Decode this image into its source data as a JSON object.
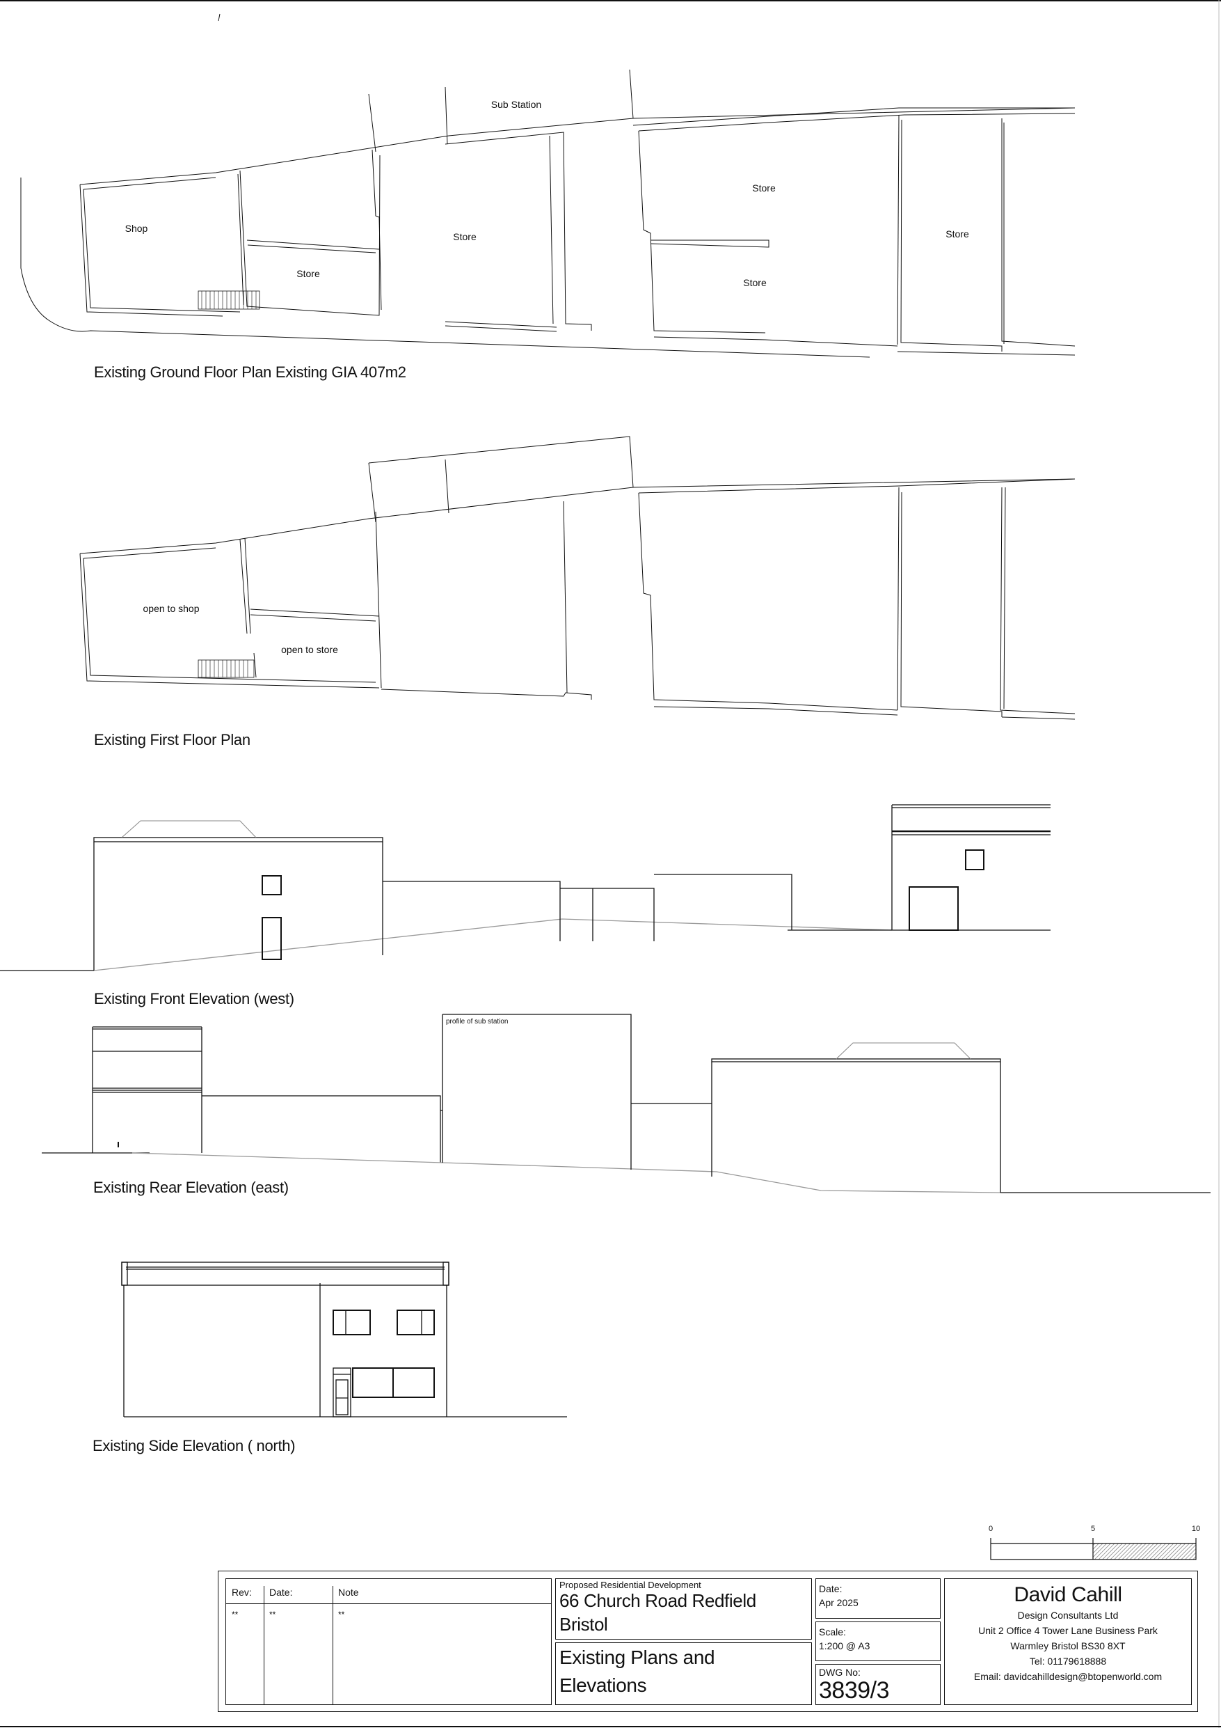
{
  "drawing": {
    "ground_floor_plan": {
      "caption": "Existing Ground Floor Plan Existing GIA 407m2",
      "rooms": [
        {
          "label": "Sub Station"
        },
        {
          "label": "Shop"
        },
        {
          "label": "Store"
        },
        {
          "label": "Store"
        },
        {
          "label": "Store"
        },
        {
          "label": "Store"
        },
        {
          "label": "Store"
        }
      ]
    },
    "first_floor_plan": {
      "caption": "Existing First Floor Plan",
      "rooms": [
        {
          "label": "open to shop"
        },
        {
          "label": "open to store"
        }
      ]
    },
    "front_elevation": {
      "caption": "Existing Front Elevation (west)"
    },
    "rear_elevation": {
      "caption": "Existing Rear Elevation (east)",
      "annotation": "profile of sub station"
    },
    "side_elevation": {
      "caption": "Existing Side Elevation ( north)"
    },
    "scale_bar": {
      "ticks": [
        "0",
        "5",
        "10"
      ]
    }
  },
  "title_block": {
    "revisions": {
      "headers": [
        "Rev:",
        "Date:",
        "Note"
      ],
      "rows": [
        [
          "**",
          "**",
          "**"
        ]
      ]
    },
    "project": {
      "subtitle": "Proposed Residential Development",
      "line1": "66 Church Road Redfield",
      "line2": "Bristol"
    },
    "drawing_title": {
      "line1": "Existing Plans and",
      "line2": "Elevations"
    },
    "date": {
      "label": "Date:",
      "value": "Apr 2025"
    },
    "scale": {
      "label": "Scale:",
      "value": "1:200 @ A3"
    },
    "dwg_no": {
      "label": "DWG No:",
      "value": "3839/3"
    },
    "company": {
      "name": "David Cahill",
      "line1": "Design Consultants Ltd",
      "line2": "Unit 2 Office 4 Tower Lane Business Park",
      "line3": "Warmley Bristol BS30 8XT",
      "tel": "Tel: 01179618888",
      "email": "Email: davidcahilldesign@btopenworld.com"
    }
  }
}
